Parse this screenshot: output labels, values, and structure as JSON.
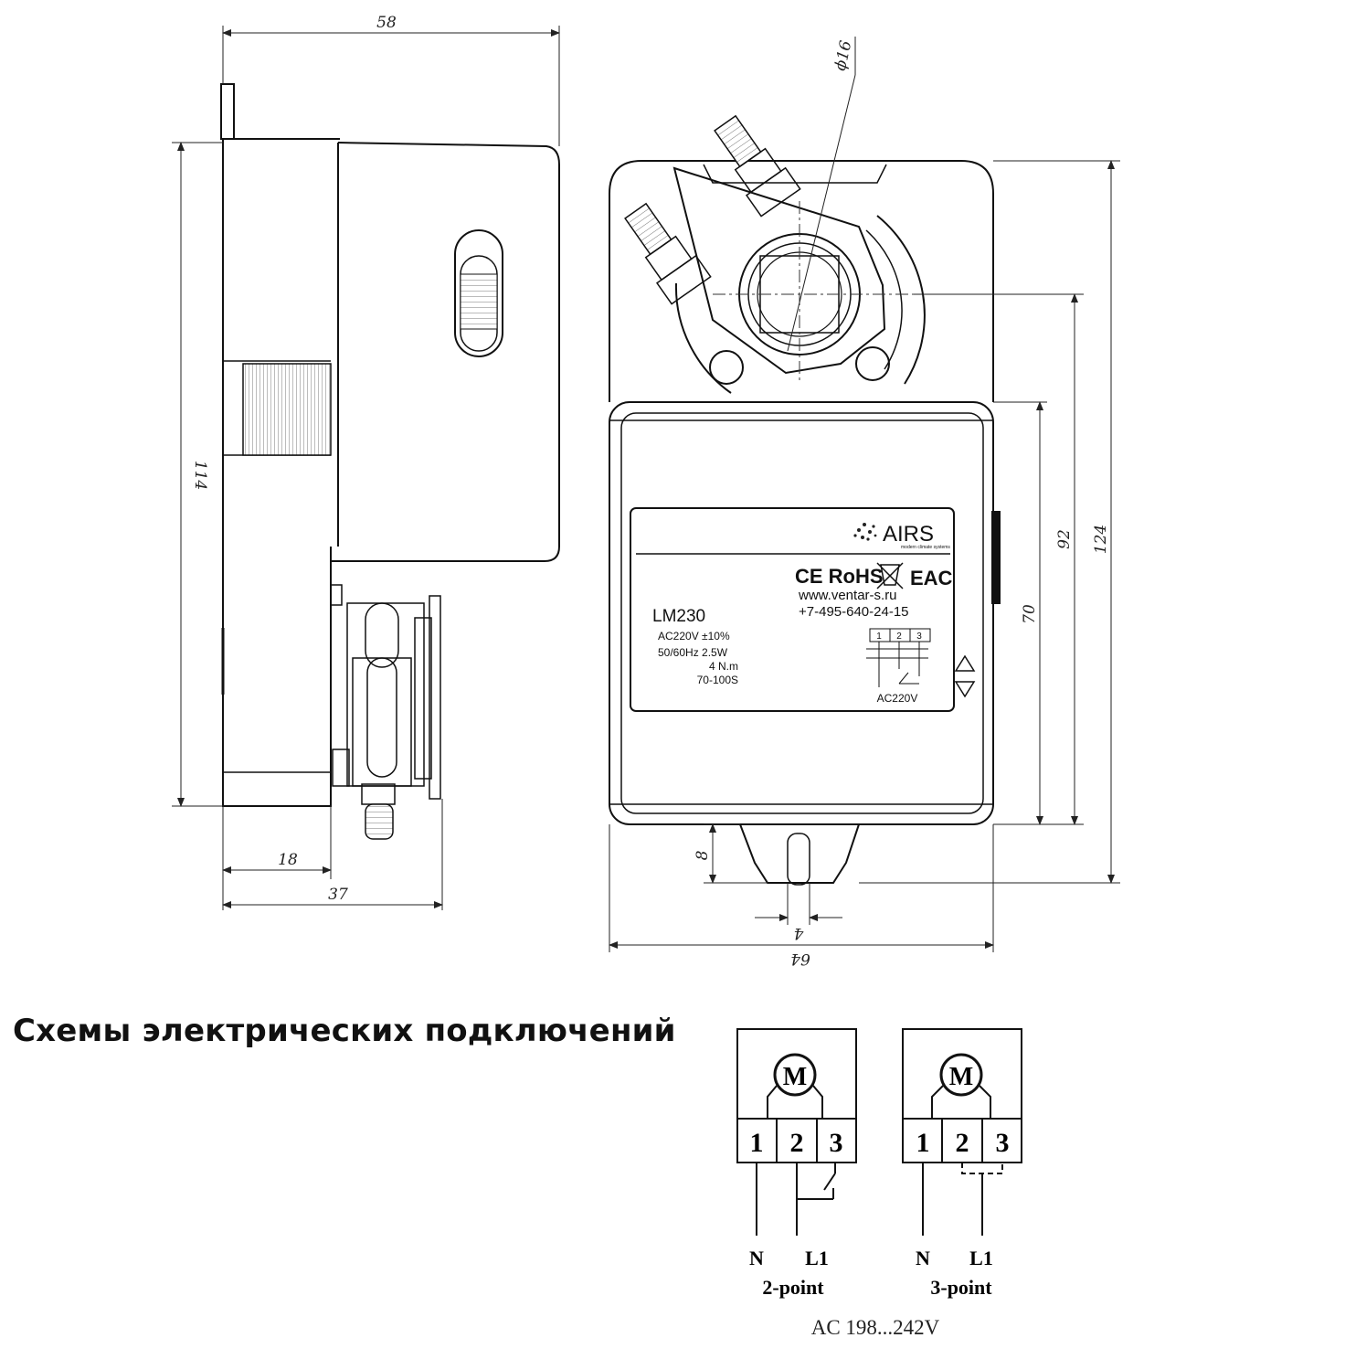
{
  "heading": "Схемы электрических подключений",
  "dimensions": {
    "w58": "58",
    "d16": "ϕ16",
    "h114": "114",
    "w18": "18",
    "w37": "37",
    "h124": "124",
    "h92": "92",
    "h70": "70",
    "h8": "8",
    "w4": "4",
    "w64": "64"
  },
  "nameplate": {
    "brand": "AIRS",
    "brand_tagline": "modern climate systems",
    "certs": "CE RoHS",
    "eac": "EAC",
    "website": "www.ventar-s.ru",
    "phone": "+7-495-640-24-15",
    "model": "LM230",
    "specs": [
      "AC220V ±10%",
      "50/60Hz 2.5W",
      "4 N.m",
      "70-100S"
    ],
    "terminals": [
      "1",
      "2",
      "3"
    ],
    "supply": "AC220V"
  },
  "wiring": {
    "motor_symbol": "M",
    "diagrams": [
      {
        "terminals": [
          "1",
          "2",
          "3"
        ],
        "wires": [
          "N",
          "L1"
        ],
        "caption": "2-point"
      },
      {
        "terminals": [
          "1",
          "2",
          "3"
        ],
        "wires": [
          "N",
          "L1"
        ],
        "caption": "3-point"
      }
    ],
    "voltage": "AC 198...242V"
  }
}
